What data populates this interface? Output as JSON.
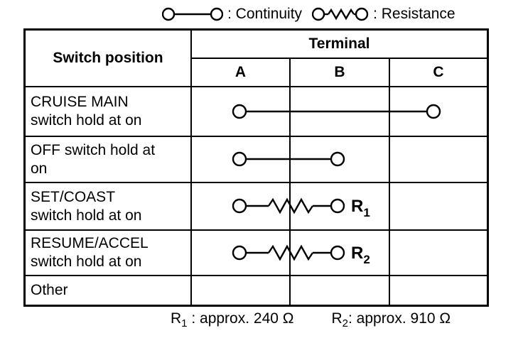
{
  "legend": {
    "continuity_label": ": Continuity",
    "resistance_label": ": Resistance"
  },
  "table": {
    "corner_header": "Switch position",
    "terminal_header": "Terminal",
    "terminal_columns": [
      "A",
      "B",
      "C"
    ],
    "rows": [
      {
        "label": [
          "CRUISE MAIN",
          "switch hold at on"
        ],
        "diagram": {
          "type": "continuity",
          "terminals": "A-C"
        }
      },
      {
        "label": [
          "OFF switch hold at",
          "on"
        ],
        "diagram": {
          "type": "continuity",
          "terminals": "A-B"
        }
      },
      {
        "label": [
          "SET/COAST",
          "switch hold at on"
        ],
        "diagram": {
          "type": "resistance",
          "terminals": "A-B",
          "label": "R",
          "label_sub": "1"
        }
      },
      {
        "label": [
          "RESUME/ACCEL",
          "switch hold at on"
        ],
        "diagram": {
          "type": "resistance",
          "terminals": "A-B",
          "label": "R",
          "label_sub": "2"
        }
      },
      {
        "label": [
          "Other",
          ""
        ],
        "diagram": {
          "type": "none"
        }
      }
    ]
  },
  "footer": {
    "notes": [
      {
        "symbol": "R",
        "sub": "1",
        "text": " : approx. 240 Ω"
      },
      {
        "symbol": "R",
        "sub": "2",
        "text": ": approx. 910 Ω"
      }
    ]
  },
  "colors": {
    "ink": "#000000",
    "paper": "#ffffff"
  }
}
